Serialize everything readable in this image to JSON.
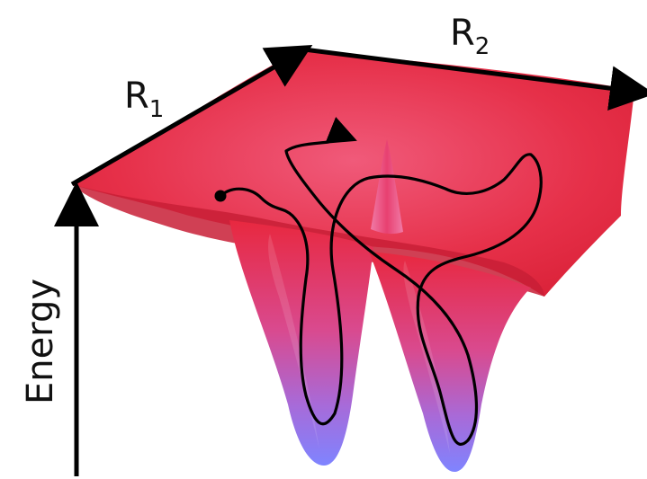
{
  "axes": {
    "r1": {
      "base": "R",
      "sub": "1"
    },
    "r2": {
      "base": "R",
      "sub": "2"
    },
    "energy": "Energy"
  },
  "colors": {
    "surface_top": "#e8283f",
    "surface_bottom": "#7f84ff",
    "trajectory": "#000000",
    "axis": "#000000"
  }
}
